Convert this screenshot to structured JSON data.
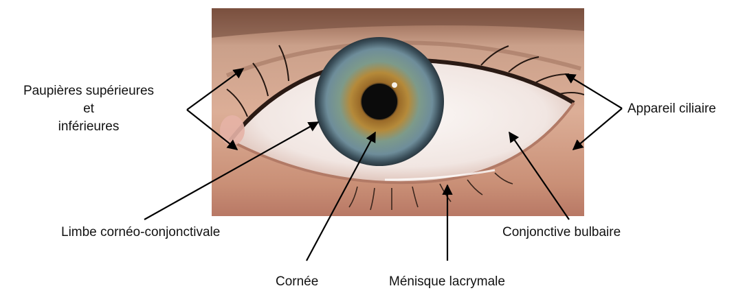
{
  "diagram": {
    "colors": {
      "text": "#111111",
      "arrow": "#000000",
      "sclera": "#f4f0ee",
      "iris_outer": "#4f6b7a",
      "iris_inner": "#b58a3a",
      "pupil": "#0b0b0b",
      "skin": "#d8a489"
    },
    "labels": {
      "eyelids": [
        "Paupières supérieures",
        "et",
        "inférieures"
      ],
      "ciliary": "Appareil ciliaire",
      "limbus": "Limbe cornéo-conjonctivale",
      "conjunctiva": "Conjonctive bulbaire",
      "cornea": "Cornée",
      "meniscus": "Ménisque lacrymale"
    }
  }
}
